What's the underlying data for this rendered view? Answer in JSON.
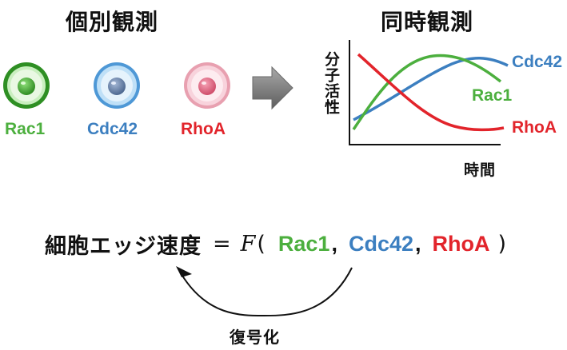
{
  "left_panel": {
    "title": "個別観測"
  },
  "right_panel": {
    "title": "同時観測",
    "ylabel": "分子活性",
    "xlabel": "時間"
  },
  "cells": [
    {
      "label": "Rac1",
      "color": "#4caf3e"
    },
    {
      "label": "Cdc42",
      "color": "#3c7fc0"
    },
    {
      "label": "RhoA",
      "color": "#e2242b"
    }
  ],
  "curves": [
    {
      "label": "Cdc42",
      "color": "#3c7fc0"
    },
    {
      "label": "Rac1",
      "color": "#4caf3e"
    },
    {
      "label": "RhoA",
      "color": "#e2242b"
    }
  ],
  "equation": {
    "lhs": "細胞エッジ速度",
    "equals": "=",
    "function": "F",
    "open_paren": "(",
    "comma": ",",
    "close_paren": ")",
    "vars": [
      {
        "label": "Rac1",
        "color": "#4caf3e"
      },
      {
        "label": "Cdc42",
        "color": "#3c7fc0"
      },
      {
        "label": "RhoA",
        "color": "#e2242b"
      }
    ]
  },
  "decode_label": "復号化"
}
